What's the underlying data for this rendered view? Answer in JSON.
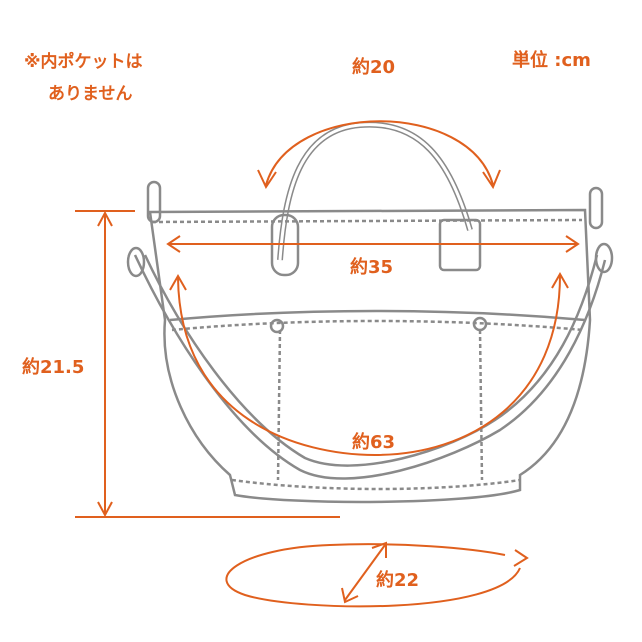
{
  "note": {
    "line1": "※内ポケットは",
    "line2": "ありません"
  },
  "unit": "単位 :cm",
  "dimensions": {
    "handle": "約20",
    "width": "約35",
    "height": "約21.5",
    "strap": "約63",
    "depth": "約22"
  },
  "colors": {
    "accent": "#e0601e",
    "outline": "#8a8a8a"
  }
}
